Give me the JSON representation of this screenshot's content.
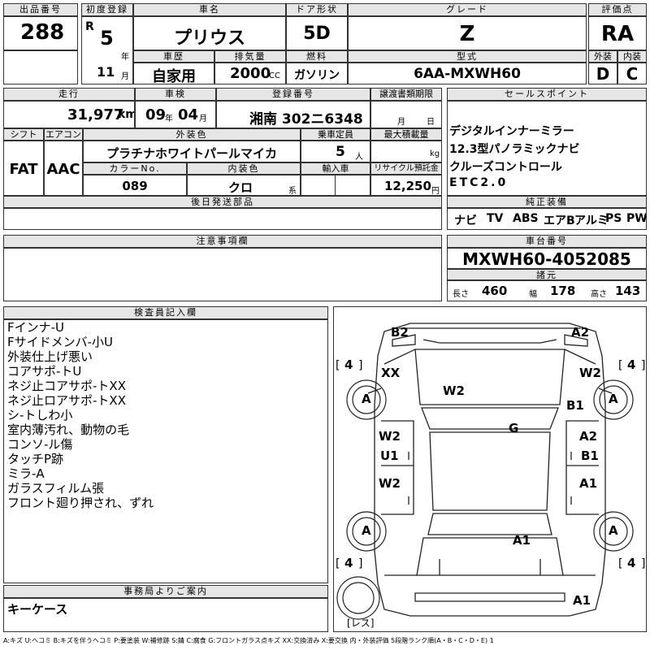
{
  "header": {
    "lot_no_label": "出品番号",
    "lot_no": "288",
    "first_reg_label": "初度登録",
    "era": "R",
    "year": "5",
    "year_unit": "年",
    "month": "11",
    "month_unit": "月",
    "car_name_label": "車名",
    "car_name": "プリウス",
    "door_label": "ドア形状",
    "door": "5D",
    "grade_label": "グレード",
    "grade": "Z",
    "score_label": "評価点",
    "score": "RA",
    "history_label": "車歴",
    "history": "自家用",
    "displacement_label": "排気量",
    "displacement": "2000",
    "cc": "CC",
    "fuel_label": "燃料",
    "fuel": "ガソリン",
    "model_label": "型式",
    "model": "6AA-MXWH60",
    "exterior_label": "外装",
    "interior_label": "内装",
    "exterior_grade": "D",
    "interior_grade": "C"
  },
  "row2": {
    "mileage_label": "走行",
    "mileage": "31,977",
    "km": "km",
    "inspection_label": "車検",
    "insp_year": "09",
    "insp_year_unit": "年",
    "insp_month": "04",
    "insp_month_unit": "月",
    "reg_no_label": "登録番号",
    "reg_no": "湘南 302ニ6348",
    "transfer_label": "譲渡書類期限",
    "transfer_month_unit": "月",
    "transfer_day_unit": "日",
    "shift_label": "シフト",
    "ac_label": "エアコン",
    "color_label": "外装色",
    "capacity_label": "乗車定員",
    "load_label": "最大積載量",
    "shift": "FAT",
    "ac": "AAC",
    "color": "プラチナホワイトパールマイカ",
    "capacity": "5",
    "capacity_unit": "人",
    "load_unit": "kg",
    "color_no_label": "カラーNo.",
    "int_color_label": "内装色",
    "import_label": "輸入車",
    "recycle_label": "リサイクル預託金",
    "color_no": "089",
    "int_color": "クロ",
    "int_color_unit": "系",
    "recycle": "12,250",
    "recycle_unit": "円",
    "later_parts_label": "後日発送部品",
    "later_parts": ""
  },
  "sales": {
    "label": "セールスポイント",
    "points": [
      "デジタルインナーミラー",
      "12.3型パノラミックナビ",
      "クルーズコントロール",
      "ETC2.0"
    ]
  },
  "equipment": {
    "label": "純正装備",
    "items": [
      "ナビ",
      "TV",
      "ABS",
      "エアB",
      "アルミ",
      "PS",
      "PW"
    ]
  },
  "caution": {
    "label": "注意事項欄",
    "text": ""
  },
  "chassis": {
    "label": "車台番号",
    "number": "MXWH60-4052085",
    "dims_label": "諸元",
    "length_label": "長さ",
    "length": "460",
    "width_label": "幅",
    "width": "178",
    "height_label": "高さ",
    "height": "143"
  },
  "inspector": {
    "label": "検査員記入欄",
    "notes": [
      "Fインナ-U",
      "Fサイドメンバ-小U",
      "外装仕上げ悪い",
      "コアサポ-トU",
      "ネジ止コアサポ-トXX",
      "ネジ止ロアサポ-トXX",
      "シ-トしわ小",
      "室内薄汚れ、動物の毛",
      "コンソ-ル傷",
      "タッチP跡",
      "ミラ-A",
      "ガラスフィルム張",
      "フロント廻り押され、ずれ"
    ]
  },
  "office": {
    "label": "事務局よりご案内",
    "text": "キーケース"
  },
  "diagram": {
    "b2": "B2",
    "a2_top": "A2",
    "tire_fl": "4",
    "tire_fr": "4",
    "tire_rl": "4",
    "tire_rr": "4",
    "xx": "XX",
    "w2_hood": "W2",
    "w2_rf": "W2",
    "a_lf": "A",
    "a_rf": "A",
    "b1_r": "B1",
    "g": "G",
    "w2_lfd": "W2",
    "u1_lfd": "U1",
    "a2_rfd": "A2",
    "b1_rfd": "B1",
    "w2_lrd": "W2",
    "a1_rrd": "A1",
    "a_lr": "A",
    "a_rr": "A",
    "a1_trunk": "A1",
    "a1_rear": "A1",
    "spare": "レス"
  },
  "legend": "A:キズ U:ヘコミ B:キズを伴うヘコミ P:要塗装 W:補修跡 S:錆 C:腐食 G:フロントガラス点キズ XX:交換済み X:要交換 内・外装評価 5段階ランク順(A・B・C・D・E) 1"
}
